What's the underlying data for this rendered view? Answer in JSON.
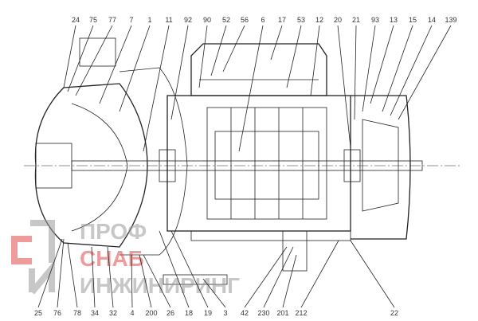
{
  "diagram": {
    "top_labels": [
      "24",
      "75",
      "77",
      "7",
      "1",
      "11",
      "92",
      "90",
      "52",
      "56",
      "6",
      "17",
      "53",
      "12",
      "20",
      "21",
      "93",
      "13",
      "15",
      "14",
      "139"
    ],
    "bottom_labels": [
      "25",
      "76",
      "78",
      "34",
      "32",
      "4",
      "200",
      "26",
      "18",
      "19",
      "3",
      "42",
      "230",
      "201",
      "212",
      "22"
    ]
  },
  "watermark": {
    "line1": "ПРОФ",
    "line2": "СНАБ",
    "line3": "ИНЖИНИРИНГ",
    "colors": {
      "gray": "#9a9a9a",
      "red": "#e24a4a"
    }
  }
}
